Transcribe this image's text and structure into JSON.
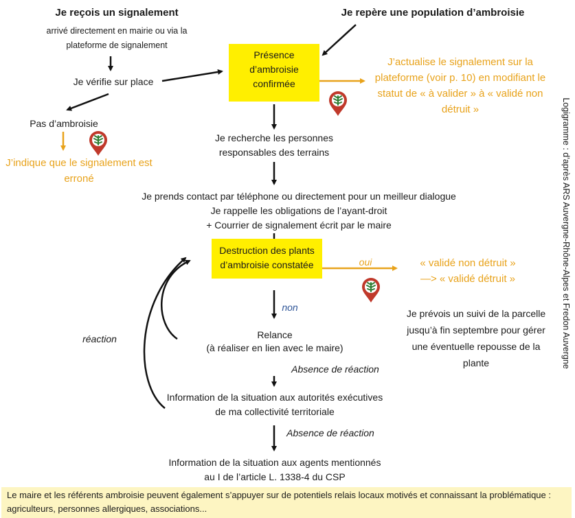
{
  "nodes": {
    "receive_title": "Je reçois un signalement",
    "receive_sub": "arrivé directement en mairie ou via la plateforme de signalement",
    "spot_title": "Je repère une population d’ambroisie",
    "verify": "Je vérifie sur place",
    "presence_box": "Présence d’ambroisie confirmée",
    "update_platform": "J’actualise le signalement sur la plateforme (voir p. 10) en modifiant le statut de « à valider » à « validé non détruit »",
    "no_ambroisie": "Pas d’ambroisie",
    "erroneous": "J’indique que le signalement est erroné",
    "search_owners": "Je recherche les personnes responsables des terrains",
    "contact_1": "Je prends contact par téléphone ou directement pour un meilleur dialogue",
    "contact_2": "Je rappelle les obligations de l’ayant-droit",
    "contact_3": "+ Courrier de signalement écrit par le maire",
    "destruction_box": "Destruction des plants d’ambroisie constatée",
    "oui": "oui",
    "non": "non",
    "validated_1": "« validé non détruit »",
    "validated_2": "—> « validé détruit »",
    "followup": "Je prévois un suivi de la parcelle jusqu’à fin septembre pour gérer une éventuelle repousse de la plante",
    "reaction": "réaction",
    "relance": "Relance",
    "relance_sub": "(à réaliser en lien avec le maire)",
    "absence_1": "Absence de réaction",
    "info_exec": "Information de la situation aux autorités exécutives de ma collectivité territoriale",
    "absence_2": "Absence de réaction",
    "info_agents": "Information de la situation aux agents mentionnés au I de l’article L. 1338-4 du CSP"
  },
  "footer_note": "Le maire et les référents ambroisie peuvent également s’appuyer sur de potentiels relais locaux motivés et connaissant la problématique : agriculteurs,  personnes allergiques, associations...",
  "side_credit": "Logigramme : d’après ARS Auvergne-Rhône-Alpes et Fredon Auvergne",
  "icons": [
    "ambroisie-map-pin-icon",
    "ambroisie-map-pin-icon",
    "ambroisie-map-pin-icon"
  ],
  "colors": {
    "box_yellow": "#ffef00",
    "accent_orange": "#e8a21a",
    "note_bg": "#fdf5c2",
    "pin_red": "#c0392b",
    "label_blue": "#2f5597"
  }
}
